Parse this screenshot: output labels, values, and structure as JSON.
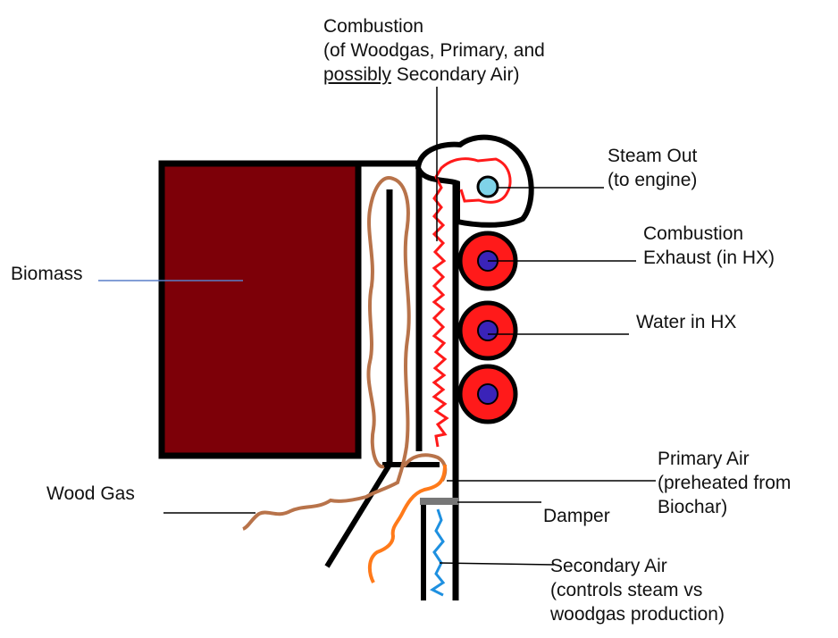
{
  "labels": {
    "combustion": {
      "line1": "Combustion",
      "line2": "(of Woodgas, Primary, and",
      "line3_underlined": "possibly",
      "line3_rest": " Secondary Air)"
    },
    "steam_out": {
      "line1": "Steam Out",
      "line2": "(to engine)"
    },
    "combustion_exhaust": {
      "line1": "Combustion",
      "line2": "Exhaust (in HX)"
    },
    "water_in_hx": "Water in HX",
    "biomass": "Biomass",
    "primary_air": {
      "line1": "Primary Air",
      "line2": "(preheated from",
      "line3": "Biochar)"
    },
    "damper": "Damper",
    "wood_gas": "Wood Gas",
    "secondary_air": {
      "line1": "Secondary Air",
      "line2": "(controls steam vs",
      "line3": "woodgas production)"
    }
  },
  "colors": {
    "biomass_fill": "#7d0008",
    "structure": "#000000",
    "flame": "#ff1a1a",
    "hx_outer": "#ff1a1a",
    "hx_inner": "#3a23b8",
    "steam": "#7fd3e8",
    "woodgas": "#b8734a",
    "primary_air": "#ff7a1a",
    "secondary_air": "#1e90e0",
    "damper": "#777777",
    "biomass_leader": "#5a7fc8"
  }
}
